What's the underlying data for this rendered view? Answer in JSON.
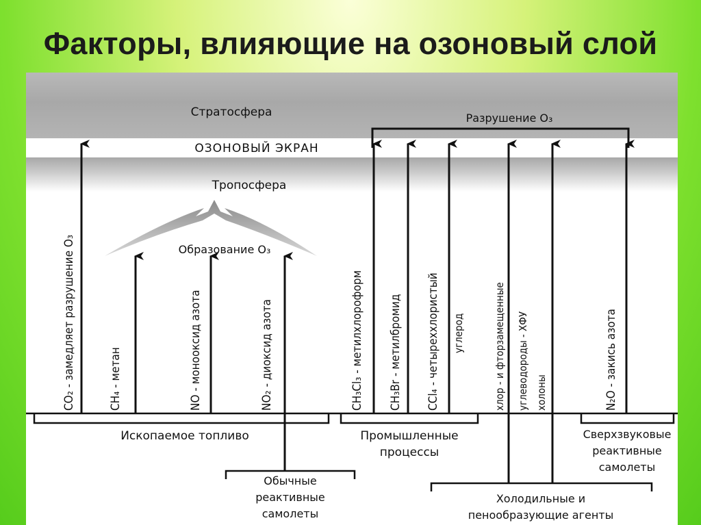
{
  "title": "Факторы, влияющие на озоновый слой",
  "layers": {
    "stratosphere": "Стратосфера",
    "ozone_screen": "ОЗОНОВЫЙ ЭКРАН",
    "troposphere": "Тропосфера"
  },
  "processes": {
    "destruction": "Разрушение O₃",
    "formation": "Образование O₃"
  },
  "substances": {
    "co2": "CO₂ - замедляет разрушение O₃",
    "ch4": "CH₄ - метан",
    "no": "NO - монооксид азота",
    "no2": "NO₂ - диоксид азота",
    "ch3ccl3": "CH₃Cl₃ - метилхлороформ",
    "ch3br": "CH₃Br - метилбромид",
    "ccl4_line1": "CCl₄ - четыреххлористый",
    "ccl4_line2": "углерод",
    "cfc_line1": "хлор - и фторзамещенные",
    "cfc_line2": "углеводороды - ХФУ",
    "halons": "холоны",
    "n2o": "N₂O - закись азота"
  },
  "sources": {
    "fossil_fuel": "Ископаемое топливо",
    "industrial": [
      "Промышленные",
      "процессы"
    ],
    "supersonic": [
      "Сверхзвуковые",
      "реактивные",
      "самолеты"
    ],
    "conventional_jets": [
      "Обычные",
      "реактивные",
      "самолеты"
    ],
    "refrigerants": [
      "Холодильные и",
      "пенообразующие агенты"
    ]
  }
}
